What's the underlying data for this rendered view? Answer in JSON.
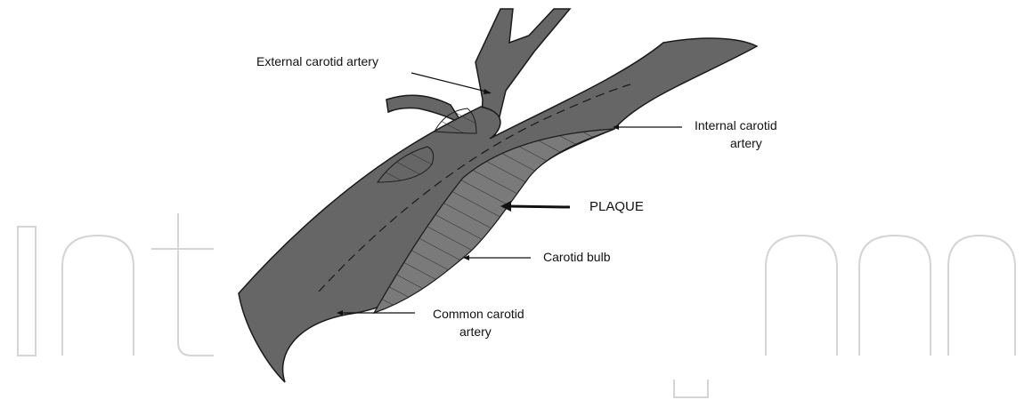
{
  "labels": {
    "external_carotid": "External carotid artery",
    "internal_carotid_line1": "Internal carotid",
    "internal_carotid_line2": "artery",
    "plaque": "PLAQUE",
    "carotid_bulb": "Carotid bulb",
    "common_carotid_line1": "Common carotid",
    "common_carotid_line2": "artery"
  },
  "colors": {
    "vessel_fill": "#666666",
    "vessel_stroke": "#1a1a1a",
    "plaque_fill": "#7a7a7a",
    "hatch": "#2a2a2a",
    "watermark": "#d4d4d4"
  }
}
